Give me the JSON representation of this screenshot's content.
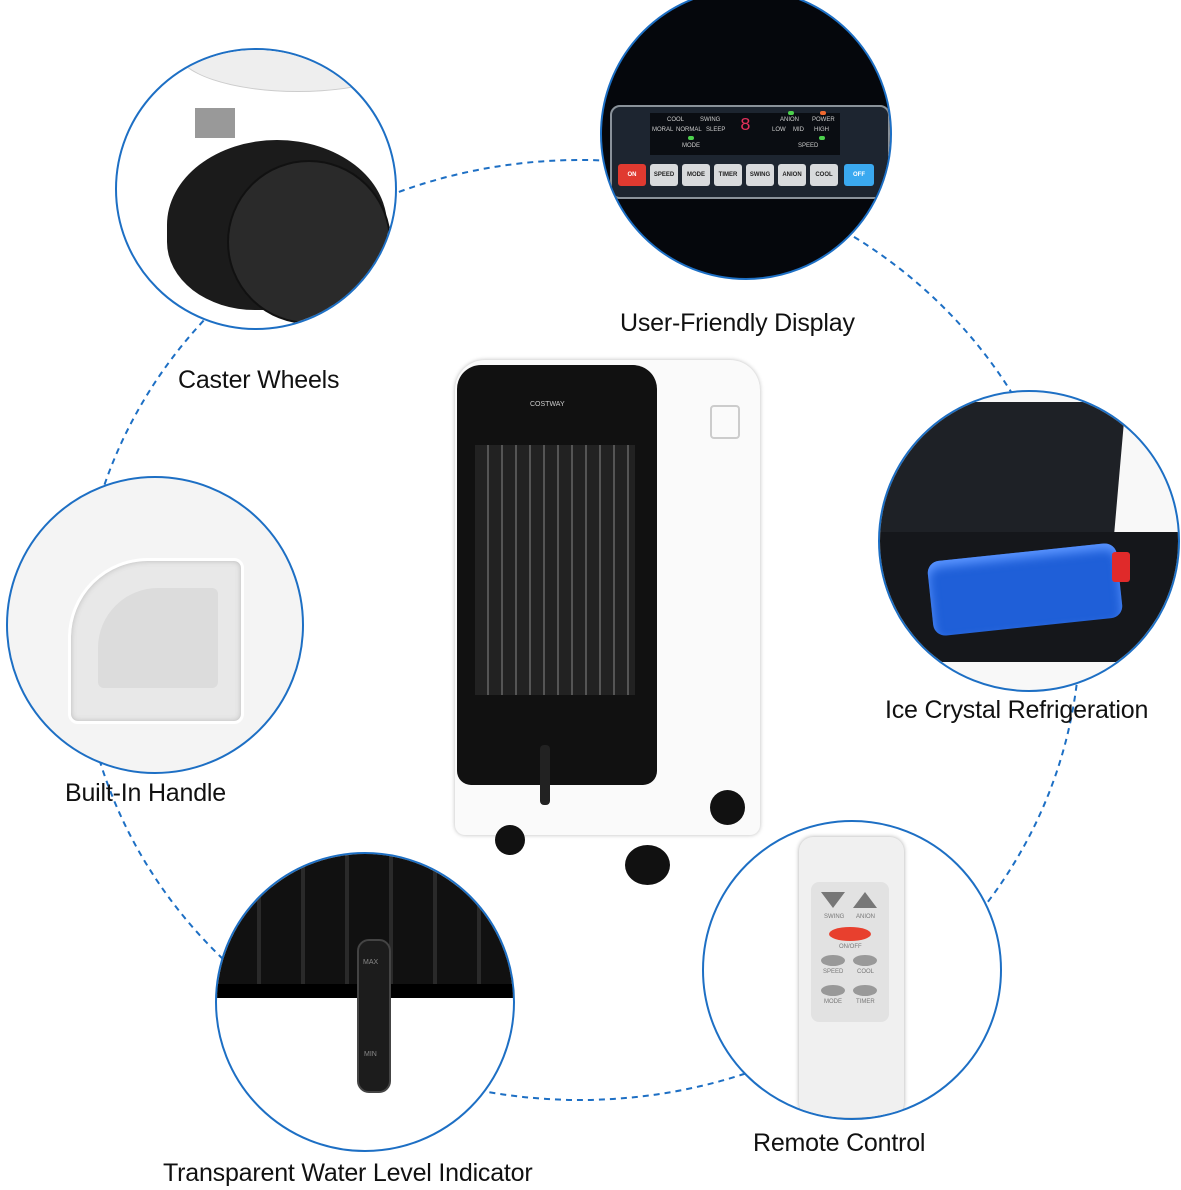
{
  "colors": {
    "accent": "#1d6fc4",
    "on_button": "#e03a30",
    "off_button": "#3aa9f0",
    "led_green": "#4cd04c",
    "led_orange": "#f06a30",
    "remote_power": "#e8402e"
  },
  "captions": {
    "caster": "Caster Wheels",
    "display": "User-Friendly Display",
    "ice": "Ice Crystal Refrigeration",
    "handle": "Built-In Handle",
    "water": "Transparent Water Level Indicator",
    "remote": "Remote Control"
  },
  "display_panel": {
    "mode_labels": [
      "COOL",
      "SWING",
      "MORAL",
      "NORMAL",
      "SLEEP",
      "MODE"
    ],
    "digit": "8",
    "status_labels": [
      "ANION",
      "POWER",
      "LOW",
      "MID",
      "HIGH",
      "SPEED"
    ],
    "buttons": [
      "ON",
      "SPEED",
      "MODE",
      "TIMER",
      "SWING",
      "ANION",
      "COOL",
      "OFF"
    ]
  },
  "water_gauge": {
    "max": "MAX",
    "min": "MIN"
  },
  "remote": {
    "buttons": [
      "SWING",
      "ANION",
      "ON/OFF",
      "SPEED",
      "COOL",
      "MODE",
      "TIMER"
    ]
  },
  "brand": "COSTWAY"
}
